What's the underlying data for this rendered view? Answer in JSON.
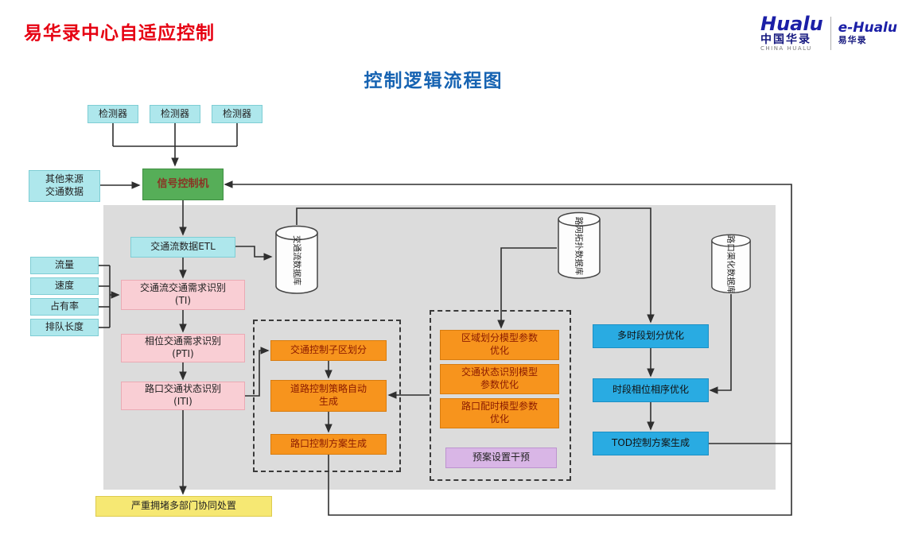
{
  "page": {
    "title": "易华录中心自适应控制",
    "diagram_title": "控制逻辑流程图"
  },
  "logo": {
    "brand": "Hualu",
    "brand_cn": "中国华录",
    "brand_en": "CHINA HUALU",
    "brand2": "e-Hualu",
    "brand2_cn": "易华录"
  },
  "palette": {
    "title_red": "#e60012",
    "subtitle_blue": "#1663b2",
    "cyan": "#aee7ec",
    "green": "#56ae58",
    "pink": "#f9ced4",
    "orange": "#f7941d",
    "blue": "#29abe2",
    "purple": "#d9b6e6",
    "yellow": "#f6e873",
    "panel_gray": "#dcdcdc"
  },
  "nodes": {
    "detector1": "检测器",
    "detector2": "检测器",
    "detector3": "检测器",
    "other_source": "其他来源\n交通数据",
    "signal_controller": "信号控制机",
    "etl": "交通流数据ETL",
    "flow": "流量",
    "speed": "速度",
    "occupancy": "占有率",
    "queue_length": "排队长度",
    "ti": "交通流交通需求识别\n(TI)",
    "pti": "相位交通需求识别\n(PTI)",
    "iti": "路口交通状态识别\n(ITI)",
    "db_traffic_flow": "交通流数据库",
    "db_road_topology": "路网拓扑数据库",
    "db_channelization": "路口渠化数据库",
    "subzone_division": "交通控制子区划分",
    "strategy_generation": "道路控制策略自动\n生成",
    "plan_generation": "路口控制方案生成",
    "zone_param_opt": "区域划分模型参数\n优化",
    "state_param_opt": "交通状态识别模型\n参数优化",
    "timing_param_opt": "路口配时模型参数\n优化",
    "preset_intervention": "预案设置干预",
    "multi_period_opt": "多时段划分优化",
    "phase_sequence_opt": "时段相位相序优化",
    "tod_plan": "TOD控制方案生成",
    "congestion_response": "严重拥堵多部门协同处置"
  }
}
